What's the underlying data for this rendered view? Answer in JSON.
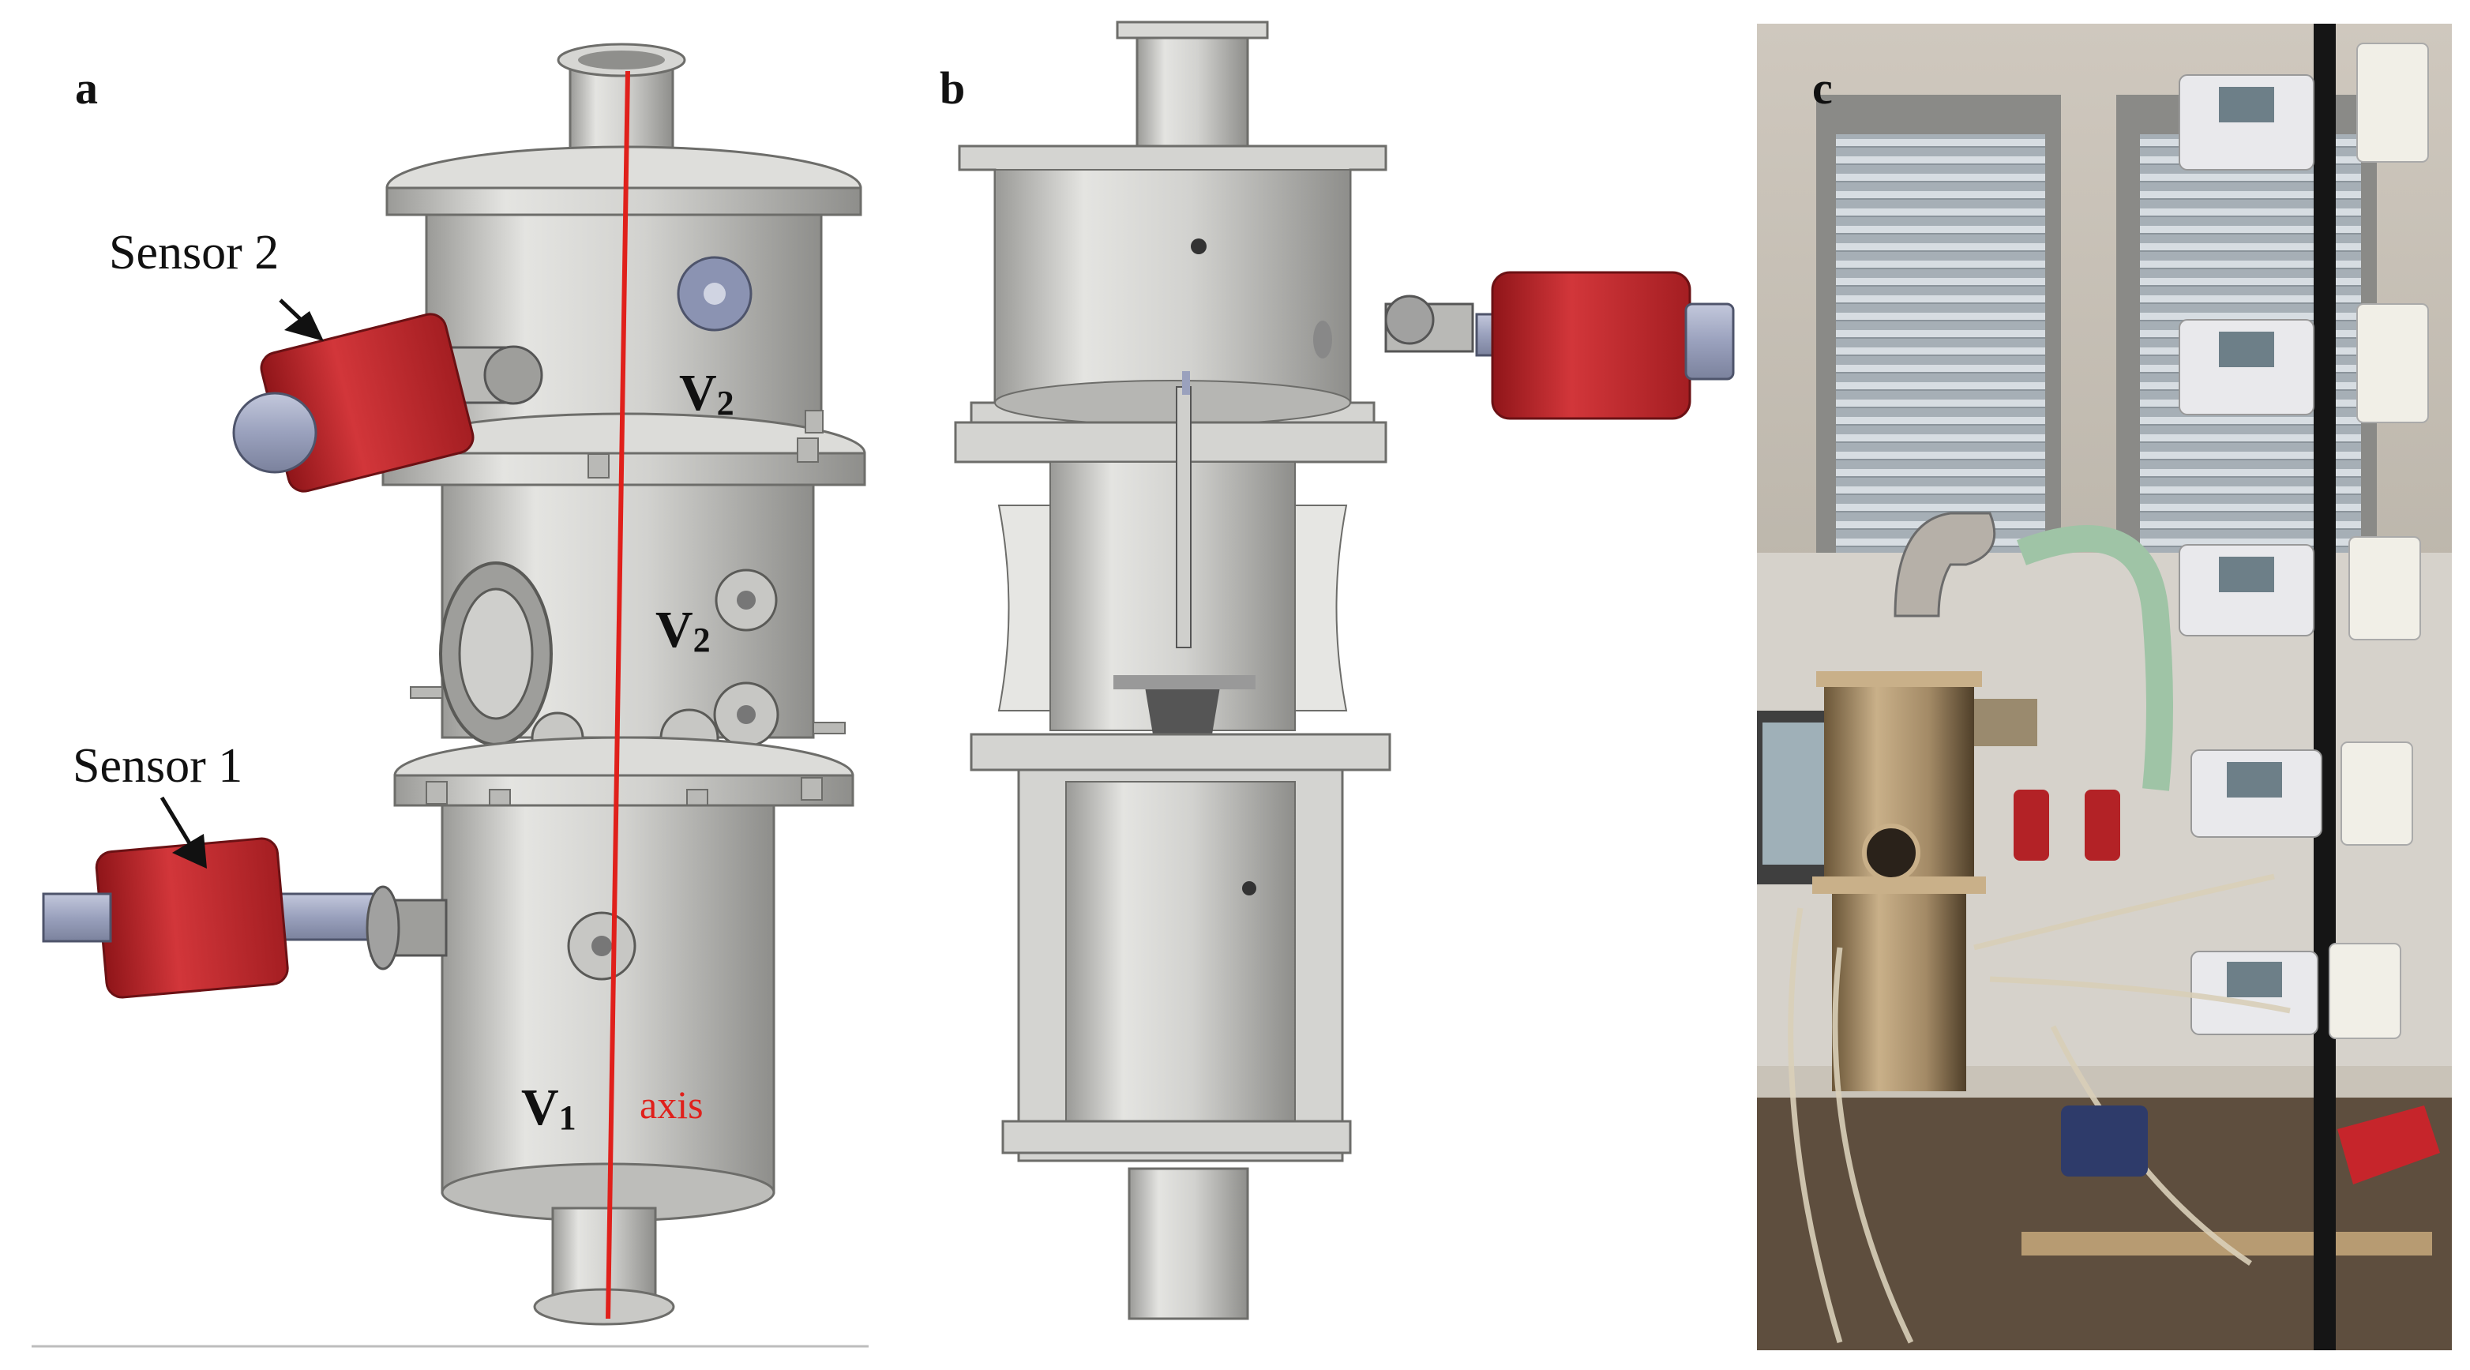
{
  "panels": {
    "a": {
      "letter": "a"
    },
    "b": {
      "letter": "b"
    },
    "c": {
      "letter": "c"
    }
  },
  "labels": {
    "sensor2": "Sensor 2",
    "sensor1": "Sensor 1",
    "v2_upper": {
      "base": "V",
      "sub": "2"
    },
    "v2_lower": {
      "base": "V",
      "sub": "2"
    },
    "v1": {
      "base": "V",
      "sub": "1"
    },
    "axis": "axis"
  },
  "colors": {
    "sensor_red": "#c8262a",
    "axis_red": "#e0201b",
    "steel": "#cfcfcc"
  }
}
